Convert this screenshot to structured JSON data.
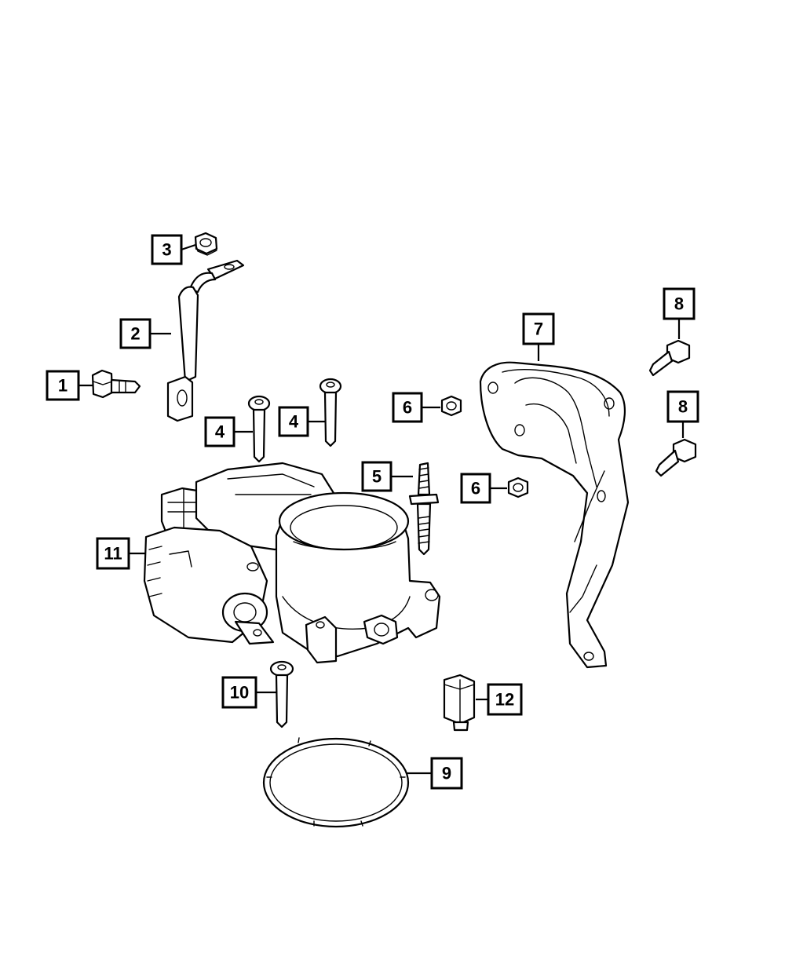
{
  "callouts": [
    {
      "id": "c1",
      "label": "1"
    },
    {
      "id": "c2",
      "label": "2"
    },
    {
      "id": "c3",
      "label": "3"
    },
    {
      "id": "c4a",
      "label": "4"
    },
    {
      "id": "c4b",
      "label": "4"
    },
    {
      "id": "c5",
      "label": "5"
    },
    {
      "id": "c6a",
      "label": "6"
    },
    {
      "id": "c6b",
      "label": "6"
    },
    {
      "id": "c7",
      "label": "7"
    },
    {
      "id": "c8a",
      "label": "8"
    },
    {
      "id": "c8b",
      "label": "8"
    },
    {
      "id": "c9",
      "label": "9"
    },
    {
      "id": "c10",
      "label": "10"
    },
    {
      "id": "c11",
      "label": "11"
    },
    {
      "id": "c12",
      "label": "12"
    }
  ]
}
